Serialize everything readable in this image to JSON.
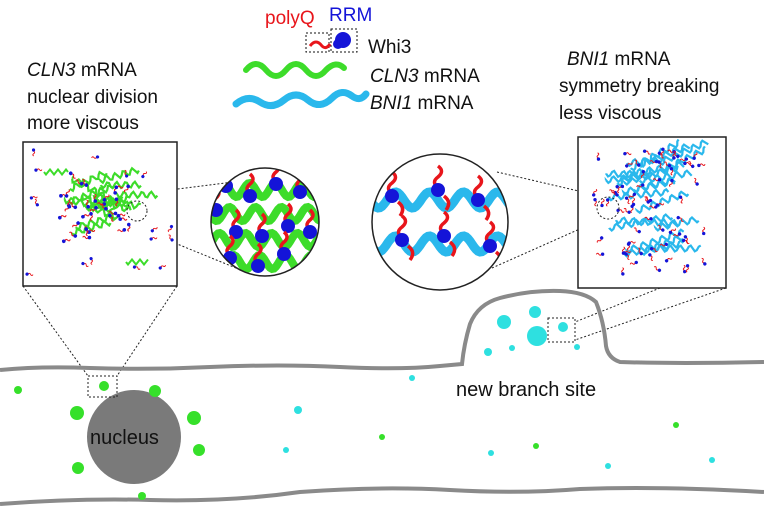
{
  "legend": {
    "polyq": "polyQ",
    "rrm": "RRM",
    "whi3": "Whi3",
    "cln3_mrna_gene": "CLN3",
    "cln3_mrna_suffix": " mRNA",
    "bni1_mrna_gene": "BNI1",
    "bni1_mrna_suffix": " mRNA"
  },
  "left_panel": {
    "line1_gene": "CLN3",
    "line1_suffix": " mRNA",
    "line2": "nuclear division",
    "line3": "more viscous"
  },
  "right_panel": {
    "line1_gene": "BNI1",
    "line1_suffix": " mRNA",
    "line2": "symmetry breaking",
    "line3": "less viscous"
  },
  "cell": {
    "nucleus_label": "nucleus",
    "branch_label": "new  branch site"
  },
  "colors": {
    "polyq": "#e8151b",
    "rrm": "#1414d8",
    "cln3": "#3ddc2a",
    "bni1": "#2ab8ec",
    "cyan_droplet": "#2ee0e0",
    "green_droplet": "#36e02a",
    "membrane": "#8a8a8a",
    "nucleus": "#7a7a7a"
  }
}
